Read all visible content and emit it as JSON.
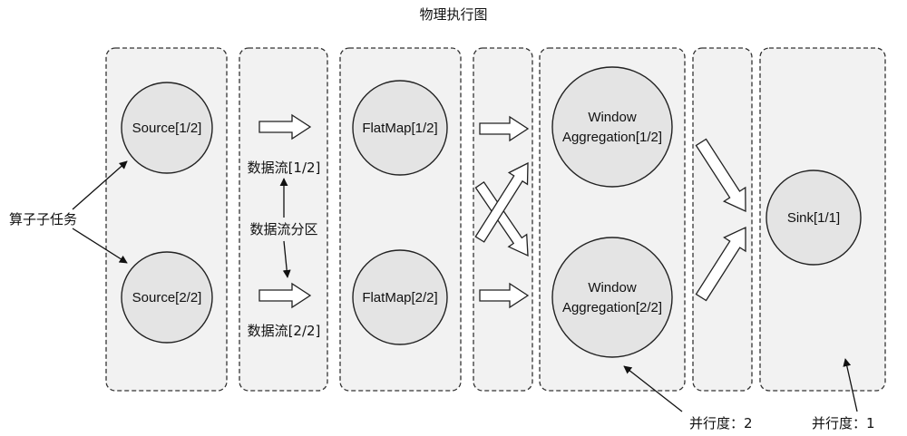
{
  "title": "物理执行图",
  "columns": [
    "source",
    "stream-1",
    "flatmap",
    "shuffle",
    "window",
    "stream-2",
    "sink"
  ],
  "nodes": {
    "source_1": "Source[1/2]",
    "source_2": "Source[2/2]",
    "flatmap_1": "FlatMap[1/2]",
    "flatmap_2": "FlatMap[2/2]",
    "window_1": [
      "Window",
      "Aggregation[1/2]"
    ],
    "window_2": [
      "Window",
      "Aggregation[2/2]"
    ],
    "sink_1": "Sink[1/1]"
  },
  "labels": {
    "stream_1": "数据流[1/2]",
    "stream_2": "数据流[2/2]",
    "stream_partition": "数据流分区",
    "operator_subtask": "算子子任务",
    "parallelism_2": "并行度：2",
    "parallelism_1": "并行度：1"
  },
  "colors": {
    "column_fill": "#f2f2f2",
    "node_fill": "#e4e4e4",
    "stroke": "#222222"
  }
}
